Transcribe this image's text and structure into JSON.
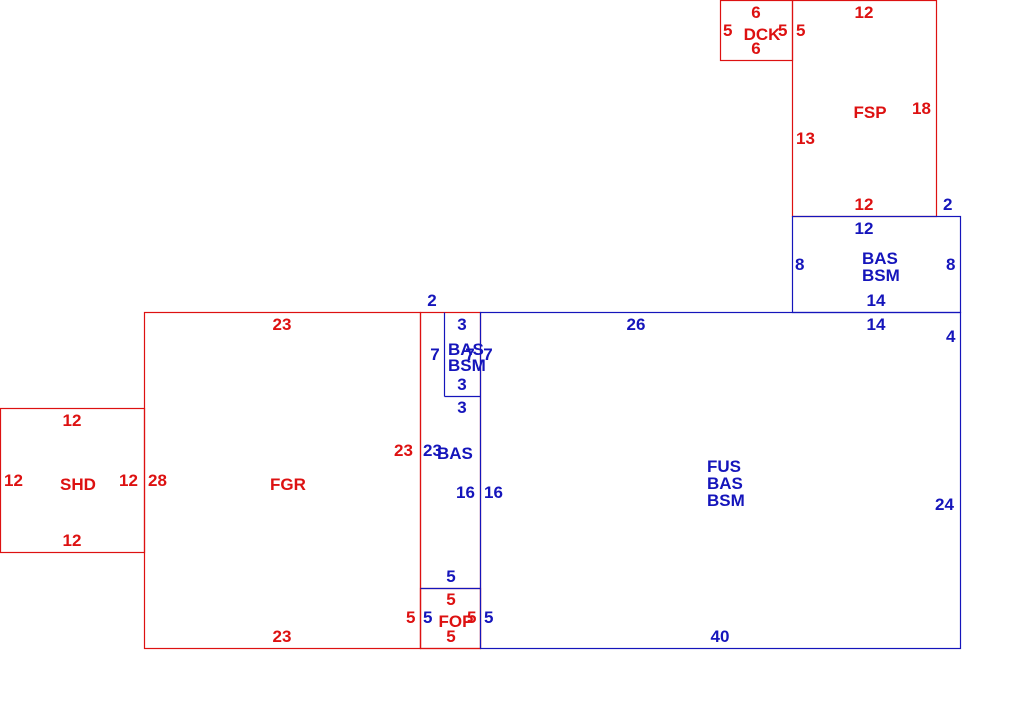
{
  "colors": {
    "red": "#dd1111",
    "blue": "#1515bb"
  },
  "areas": {
    "shd": "SHD",
    "fgr": "FGR",
    "fop": "FOP",
    "dck": "DCK",
    "fsp": "FSP",
    "bas": "BAS",
    "bsm": "BSM",
    "fus": "FUS"
  },
  "dims": {
    "shd_top": "12",
    "shd_bottom": "12",
    "shd_left": "12",
    "shd_right": "12",
    "fgr_top": "23",
    "fgr_bottom": "23",
    "fgr_left": "28",
    "fgr_right": "23",
    "fop_top": "5",
    "fop_bottom": "5",
    "fop_left": "5",
    "fop_right": "5",
    "dck_top": "6",
    "dck_bottom": "6",
    "dck_left": "5",
    "dck_right": "5",
    "fsp_top": "12",
    "fsp_bottom": "12",
    "fsp_left": "13",
    "fsp_right": "18",
    "fsp_right_top": "5",
    "upper_bas_top": "12",
    "upper_bas_bottom": "14",
    "upper_bas_left": "8",
    "upper_bas_right": "8",
    "upper_bas_corner": "2",
    "main_top": "26",
    "main_top_right": "14",
    "main_right_top": "4",
    "main_right": "24",
    "main_bottom": "40",
    "main_left": "16",
    "strip_corner": "2",
    "strip_left": "23",
    "strip_right": "16",
    "strip_bottom": "5",
    "fop_blue_left": "5",
    "fop_blue_right": "5",
    "small_top": "3",
    "small_bottom": "3",
    "small_below": "3",
    "small_left": "7",
    "small_right": "7",
    "small_right2": "7"
  }
}
